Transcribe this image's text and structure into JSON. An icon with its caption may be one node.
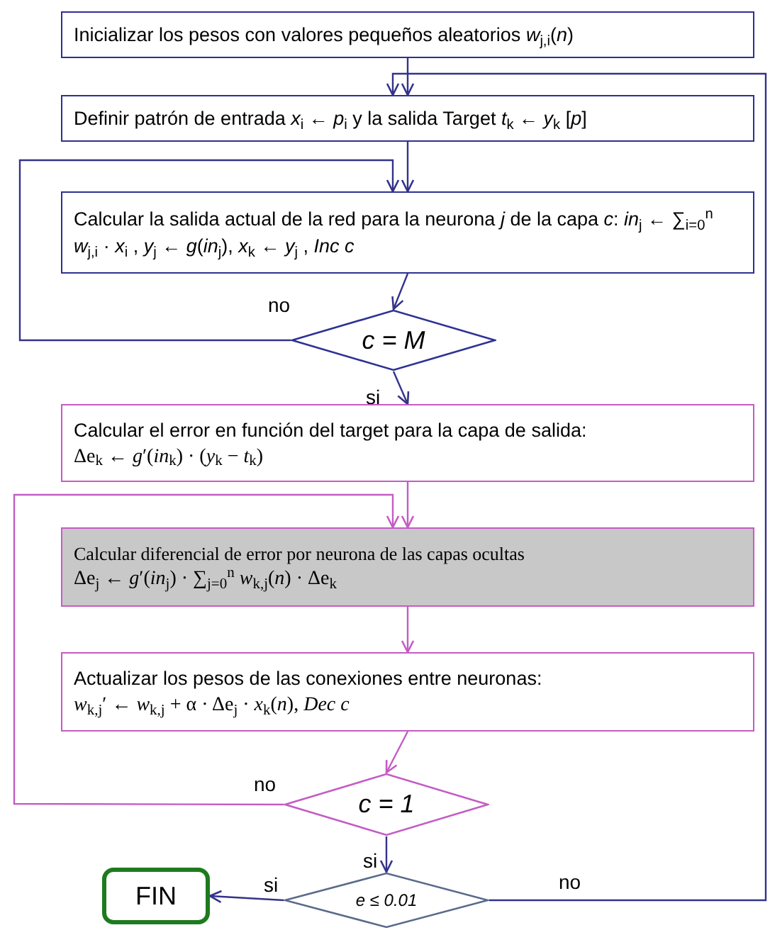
{
  "diagram": {
    "nodes": [
      {
        "text": [
          "Inicializar los pesos con valores pequeños aleatorios *w*$_{j,i}$(*n*)"
        ]
      },
      {
        "text": [
          "Definir patrón de entrada *x*$_{i}$ ← *p*$_{i}$ y la salida Target *t*$_{k}$ ← *y*$_{k}$ [*p*]"
        ]
      },
      {
        "text": [
          "Calcular la salida actual de la red para la neurona *j* de la capa *c*: *in*$_{j}$ ← ∑$_{i=0}$$^{n}$ *w*$_{j,i}$ · *x*$_{i}$ , *y*$_{j}$ ← *g*(*in*$_{j}$),  *x*$_{k}$ ← *y*$_{j}$ , *Inc c*"
        ]
      },
      {
        "text": [
          "c = M"
        ]
      },
      {
        "text": [
          "Calcular el error en función del target para la capa de salida:",
          "Δe$_{k}$ ← *g*′(*in*$_{k}$) · (*y*$_{k}$ − *t*$_{k}$)"
        ]
      },
      {
        "text": [
          "Calcular diferencial de error por neurona de las capas ocultas",
          "Δe$_{j}$ ← *g*′(*in*$_{j}$) · ∑$_{j=0}$$^{n}$ *w*$_{k,j}$(*n*) · Δe$_{k}$"
        ]
      },
      {
        "text": [
          "Actualizar los pesos de las conexiones entre neuronas:",
          "*w*$_{k,j}$′ ← *w*$_{k,j}$ + α · Δe$_{j}$ · *x*$_{k}$(*n*), *Dec c*"
        ]
      },
      {
        "text": [
          "c = 1"
        ]
      },
      {
        "text": [
          "FIN"
        ]
      },
      {
        "text": [
          "e ≤ 0.01"
        ]
      }
    ],
    "edges": [
      {
        "from": 0,
        "to": 1,
        "arrow": "to"
      },
      {
        "from": 1,
        "to": 2,
        "arrow": "to"
      },
      {
        "from": 2,
        "to": 3,
        "arrow": "to"
      },
      {
        "from": 3,
        "to": 2,
        "arrow": "to",
        "label": "no"
      },
      {
        "from": 3,
        "to": 4,
        "arrow": "to",
        "label": "si"
      },
      {
        "from": 4,
        "to": 5,
        "arrow": "to",
        "color": "#c45cc4"
      },
      {
        "from": 5,
        "to": 6,
        "arrow": "to",
        "color": "#c45cc4"
      },
      {
        "from": 6,
        "to": 7,
        "arrow": "to",
        "color": "#c45cc4"
      },
      {
        "from": 7,
        "to": 5,
        "arrow": "to",
        "label": "no",
        "color": "#c45cc4"
      },
      {
        "from": 7,
        "to": 9,
        "arrow": "to",
        "label": "si"
      },
      {
        "from": 9,
        "to": 8,
        "arrow": "to",
        "label": "si"
      },
      {
        "from": 9,
        "to": 1,
        "arrow": "to",
        "label": "no"
      }
    ]
  }
}
